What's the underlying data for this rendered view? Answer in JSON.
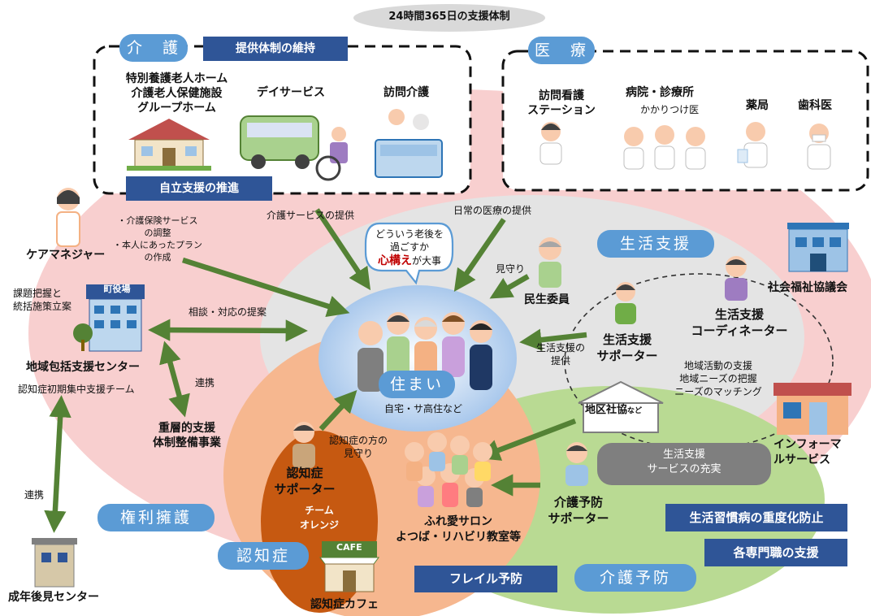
{
  "top_label": "24時間365日の支援体制",
  "kaigo": {
    "badge": "介　護",
    "header": "提供体制の維持",
    "footer": "自立支援の推進",
    "facilities": [
      "特別養護老人ホーム",
      "介護老人保健施設",
      "グループホーム"
    ],
    "day_service": "デイサービス",
    "home_care": "訪問介護"
  },
  "iryo": {
    "badge": "医　療",
    "nursing_station": [
      "訪問看護",
      "ステーション"
    ],
    "hospital": "病院・診療所",
    "family_doctor": "かかりつけ医",
    "pharmacy": "薬局",
    "dentist": "歯科医"
  },
  "care_manager": {
    "label": "ケアマネジャー",
    "notes": [
      "・介護保険サービス",
      "の調整",
      "・本人にあったプラン",
      "の作成"
    ]
  },
  "center": {
    "bubble": [
      "どういう老後を",
      "過ごすか"
    ],
    "bubble_emph": "心構え",
    "bubble_tail": "が大事",
    "label": "住まい",
    "sub": "自宅・サ高住など"
  },
  "arrows": {
    "care_service": "介護サービスの提供",
    "medical": "日常の医療の提供",
    "consult": "相談・対応の提案",
    "mimamori": "見守り",
    "life_support": [
      "生活支援の",
      "提供"
    ],
    "renkei1": "連携",
    "renkei2": "連携",
    "dementia_watch": [
      "認知症の方の",
      "見守り"
    ]
  },
  "town_hall": {
    "sign": "町役場",
    "note": [
      "課題把握と",
      "統括施策立案"
    ]
  },
  "regional_center": {
    "title": "地域包括支援センター",
    "sub": "認知症初期集中支援チーム"
  },
  "layered_support": [
    "重層的支援",
    "体制整備事業"
  ],
  "adult_guardian": "成年後見センター",
  "kenri": "権利擁護",
  "seikatsu": {
    "badge": "生活支援",
    "minsei": "民生委員",
    "council": "社会福祉協議会",
    "coordinator": [
      "生活支援",
      "コーディネーター"
    ],
    "supporter": [
      "生活支援",
      "サポーター"
    ],
    "activities": [
      "地域活動の支援",
      "地域ニーズの把握",
      "ニーズのマッチング"
    ],
    "district_main": "地区社協",
    "district_suffix": "など",
    "informal": [
      "インフォーマ",
      "ルサービス"
    ],
    "enrich": [
      "生活支援",
      "サービスの充実"
    ]
  },
  "ninchisho": {
    "badge": "認知症",
    "supporter": [
      "認知症",
      "サポーター"
    ],
    "team": [
      "チーム",
      "オレンジ"
    ],
    "cafe_sign": "CAFE",
    "cafe": "認知症カフェ"
  },
  "yobo": {
    "badge": "介護予防",
    "salon": [
      "ふれ愛サロン",
      "よつば・リハビリ教室等"
    ],
    "supporter": [
      "介護予防",
      "サポーター"
    ],
    "frail": "フレイル予防",
    "lifestyle": "生活習慣病の重度化防止",
    "experts": "各専門職の支援"
  },
  "colors": {
    "pink_zone": "#f6c9c9",
    "gray_zone": "#e2e2e2",
    "green_zone": "#b5d98f",
    "orange_zone": "#f5b48c",
    "orange_team": "#c65911",
    "center_zone": "#b8d4f0",
    "badge_navy": "#2f5597",
    "circle_blue": "#5b9bd5",
    "arrow_green": "#548235",
    "pill_gray": "#7f7f7f",
    "emph_red": "#c00000"
  }
}
